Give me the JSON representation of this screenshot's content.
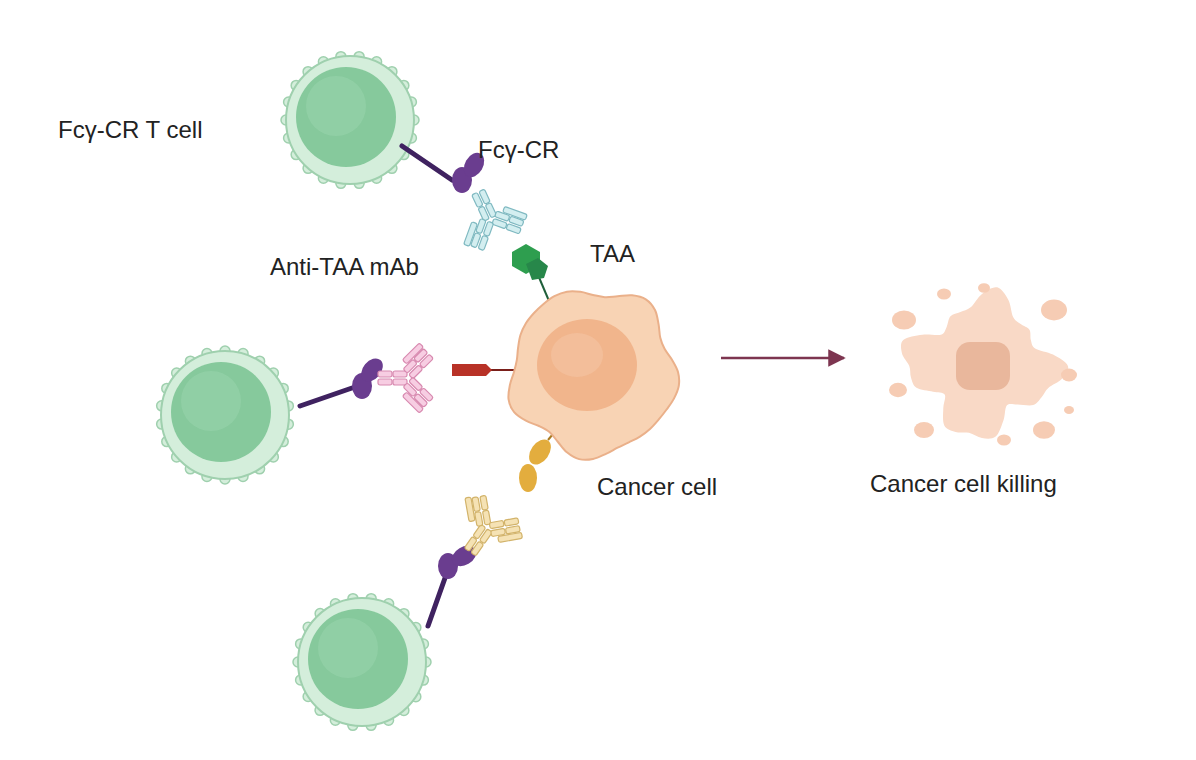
{
  "diagram": {
    "nodes": [
      {
        "text": [
          "Cancer cell"
        ]
      },
      {
        "text": [
          "Cancer cell killing"
        ]
      }
    ],
    "edges": [
      {
        "from": 0,
        "to": 1,
        "arrow": "to"
      }
    ],
    "labels": [
      "Fcγ-CR T cell",
      "Fcγ-CR",
      "Anti-TAA mAb",
      "TAA"
    ]
  }
}
